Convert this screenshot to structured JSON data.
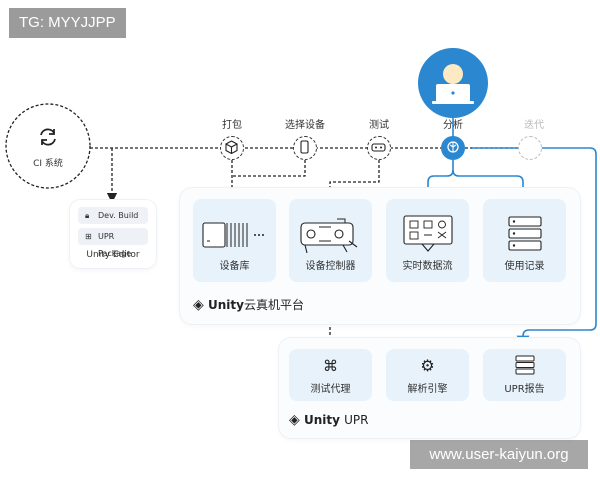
{
  "watermark_top": "TG: MYYJJPP",
  "watermark_bottom": "www.user-kaiyun.org",
  "ci": {
    "label": "CI 系统"
  },
  "pipeline": {
    "steps": [
      "打包",
      "选择设备",
      "测试",
      "分析",
      "迭代"
    ]
  },
  "editor": {
    "items": [
      "Dev. Build",
      "UPR Package"
    ],
    "title": "Unity Editor"
  },
  "cloud": {
    "cards": [
      "设备库",
      "设备控制器",
      "实时数据流",
      "使用记录"
    ],
    "brand_bold": "Unity",
    "brand_rest": "云真机平台"
  },
  "upr": {
    "cards": [
      "测试代理",
      "解析引擎",
      "UPR报告"
    ],
    "brand_bold": "Unity",
    "brand_rest": "UPR"
  },
  "colors": {
    "accent_blue": "#2b87cf",
    "card_bg": "#e8f2fb",
    "dashed_line": "#222222"
  }
}
